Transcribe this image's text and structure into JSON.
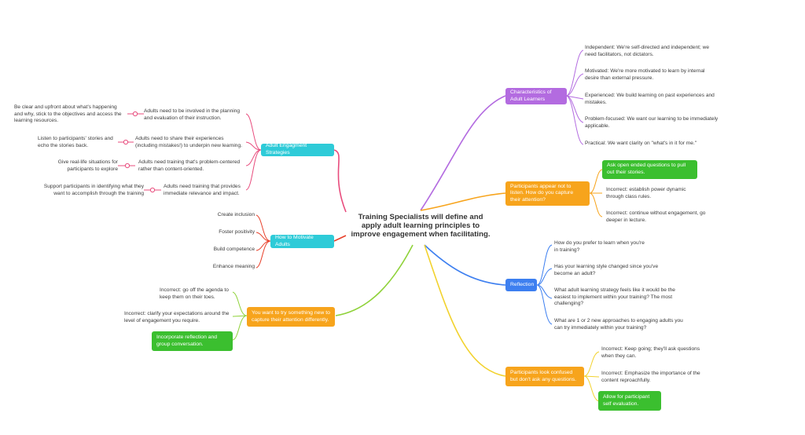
{
  "central_topic": "Training Specialists will define and apply adult learning principles to improve engagement when facilitating.",
  "colors": {
    "adult_engagement": "#e84c7d",
    "characteristics": "#b36be0",
    "participants_listen": "#f7a41c",
    "reflection": "#3d7ff0",
    "confused": "#f2d22e",
    "try_new": "#8fd23a",
    "motivate": "#e8402a",
    "cyan_box": "#2ecbd8",
    "green_box": "#3bbf2f"
  },
  "branches": {
    "characteristics": {
      "label": "Characteristics of Adult Learners",
      "items": [
        "Independent: We're self-directed and independent; we need facilitators, not dictators.",
        "Motivated: We're more motivated to learn by internal desire than external pressure.",
        "Experienced: We build learning on past experiences and mistakes.",
        "Problem-focused: We want our learning to be immediately applicable.",
        "Practical: We want clarity on \"what's in it for me.\""
      ]
    },
    "participants_listen": {
      "label": "Participants appear not to listen. How do you capture their attention?",
      "items": [
        "Ask open ended questions to pull out their stories.",
        "Incorrect: establish power dynamic through class rules.",
        "Incorrect: continue without engagement, go deeper in lecture."
      ]
    },
    "reflection": {
      "label": "Reflection",
      "items": [
        "How do you prefer to learn when you're in training?",
        "Has your learning style changed since you've become an adult?",
        "What adult learning strategy feels like it would be the easiest to implement within your training? The most challenging?",
        "What are 1 or 2 new approaches to engaging adults you can try immediately within your training?"
      ]
    },
    "confused": {
      "label": "Participants look confused but don't ask any questions.",
      "items": [
        "Incorrect: Keep going; they'll ask questions when they can.",
        "Incorrect: Emphasize the importance of the content reproachfully.",
        "Allow for participant self evaluation."
      ]
    },
    "adult_engagement": {
      "label": "Adult Engagment Strategies",
      "items": [
        {
          "text": "Adults need to be involved in the planning and evaluation of their instruction.",
          "detail": "Be clear and upfront about what's happening and why, stick to the objectives and access the learning resources."
        },
        {
          "text": "Adults need to share their experiences (including mistakes!) to underpin new learning.",
          "detail": "Listen to participants' stories and echo the stories back."
        },
        {
          "text": "Adults need training that's problem-centered rather than content-oriented.",
          "detail": "Give real-life situations for participants to explore"
        },
        {
          "text": "Adults need training that provides immediate relevance and impact.",
          "detail": "Support participants in identifying what they want to accomplish through the training"
        }
      ]
    },
    "motivate": {
      "label": "How to Motivate Adults",
      "items": [
        "Create inclusion",
        "Foster positivity",
        "Build competence",
        "Enhance meaning"
      ]
    },
    "try_new": {
      "label": "You want to try something new to capture their attention differently.",
      "items": [
        "Incorrect: go off the agenda to keep them on their toes.",
        "Incorrect: clarify your expectations around the level of engagement you require.",
        "Incorporate reflection and group conversation."
      ]
    }
  }
}
